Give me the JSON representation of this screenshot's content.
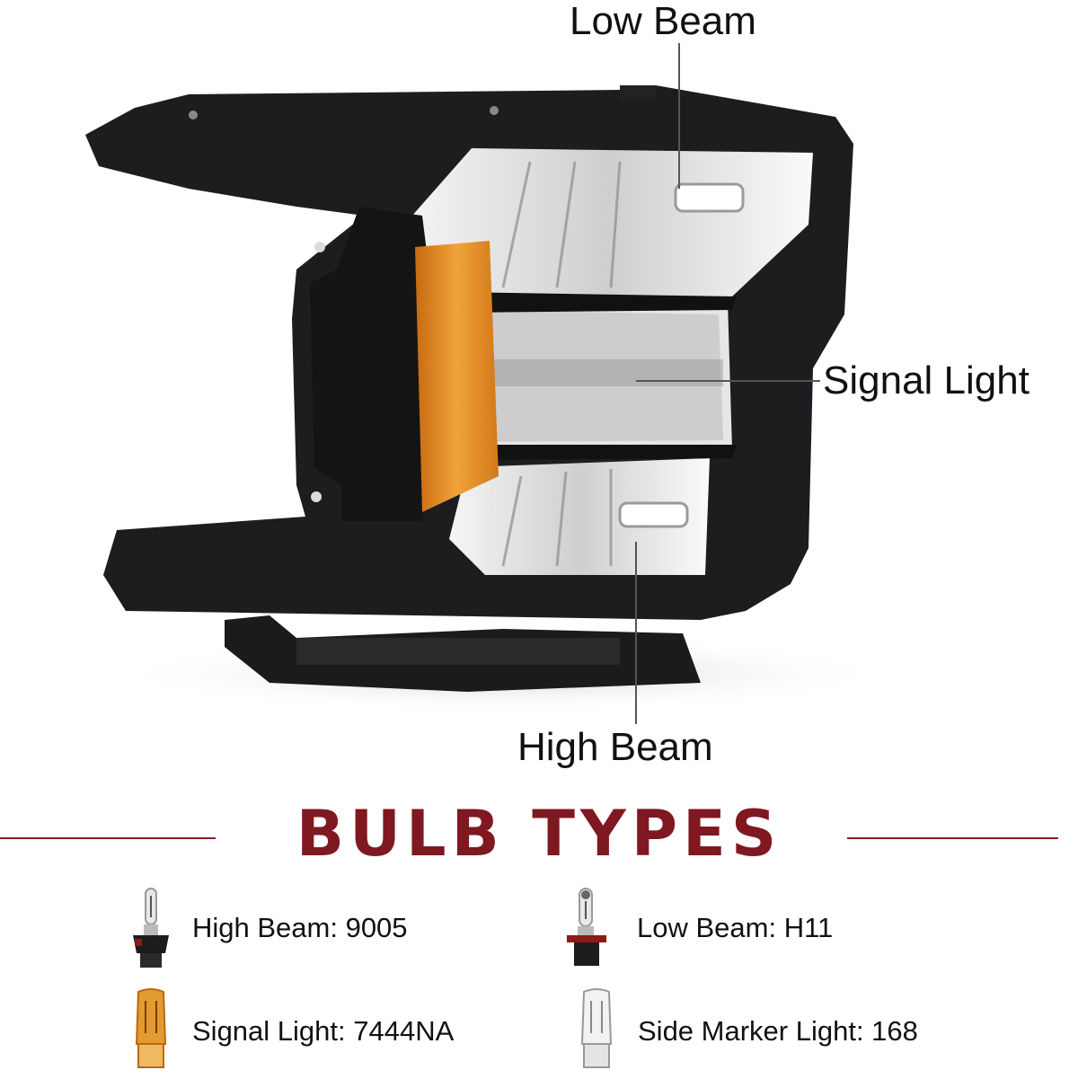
{
  "callouts": {
    "low_beam": "Low Beam",
    "signal_light": "Signal Light",
    "high_beam": "High Beam"
  },
  "heading": {
    "title": "BULB TYPES",
    "color": "#7f1820"
  },
  "bulbs": [
    {
      "label": "High Beam: 9005",
      "icon": "halogen-9005-bulb-icon"
    },
    {
      "label": "Low Beam: H11",
      "icon": "halogen-h11-bulb-icon"
    },
    {
      "label": "Signal Light: 7444NA",
      "icon": "amber-wedge-bulb-icon"
    },
    {
      "label": "Side Marker Light: 168",
      "icon": "clear-wedge-bulb-icon"
    }
  ]
}
